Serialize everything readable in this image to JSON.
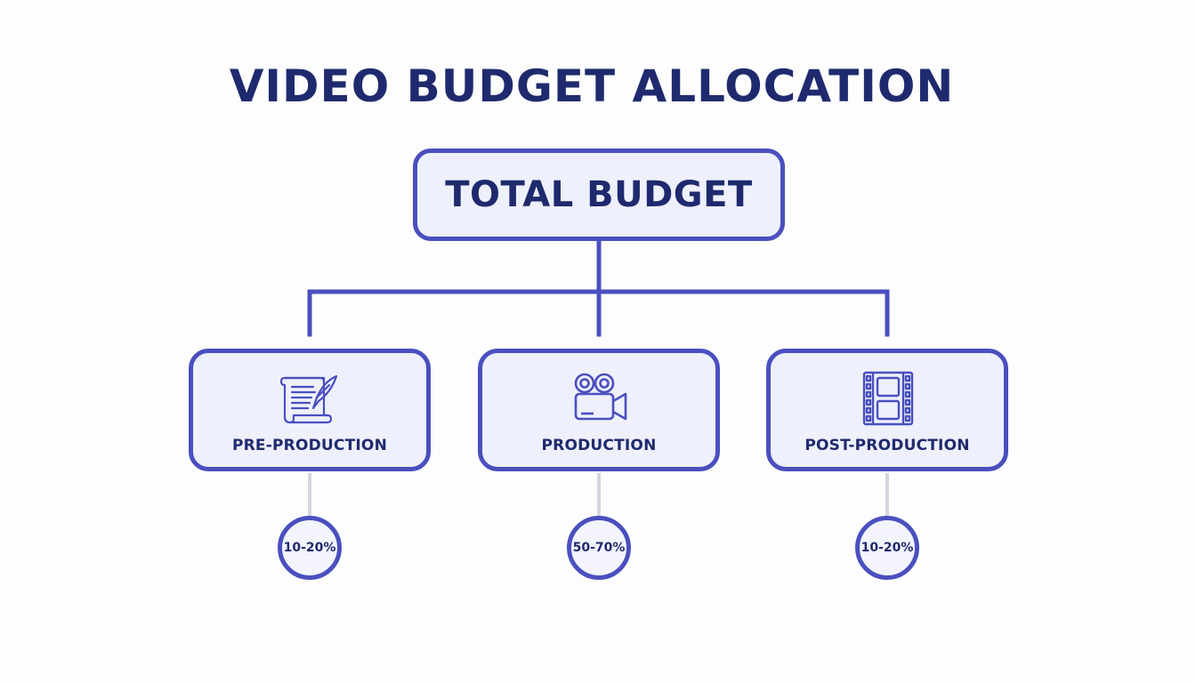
{
  "title": "VIDEO BUDGET ALLOCATION",
  "root": {
    "label": "TOTAL BUDGET"
  },
  "phases": [
    {
      "label": "PRE-PRODUCTION",
      "icon": "script-quill-icon",
      "share": "10-20%"
    },
    {
      "label": "PRODUCTION",
      "icon": "film-camera-icon",
      "share": "50-70%"
    },
    {
      "label": "POST-PRODUCTION",
      "icon": "film-strip-icon",
      "share": "10-20%"
    }
  ],
  "colors": {
    "accent": "#4a4fbf",
    "text": "#1f2a6e",
    "box_fill": "#eef0fb",
    "stem": "#d4d6de"
  }
}
